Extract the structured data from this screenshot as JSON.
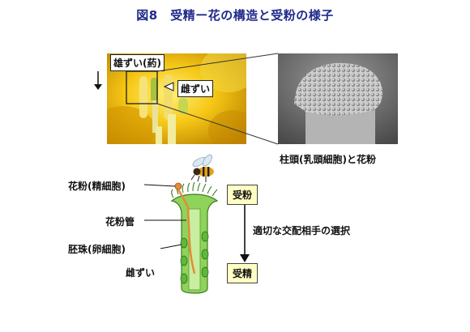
{
  "title": "図8　受精ー花の構造と受粉の様子",
  "photo_labels": {
    "stamen_tag": "雄ずい(葯)",
    "pistil_tag": "雌ずい",
    "sem_caption": "柱頭(乳頭細胞)と花粉"
  },
  "diagram_labels": {
    "pollen": "花粉(精細胞)",
    "pollen_tube": "花粉管",
    "ovule": "胚珠(卵細胞)",
    "pistil": "雌ずい"
  },
  "flow": {
    "start": "受粉",
    "process": "適切な交配相手の選択",
    "end": "受精"
  },
  "colors": {
    "title": "#1f2a8a",
    "box_fill": "#ffffc4",
    "pistil_green": "#8fd35a",
    "ovule_green": "#5fb83a",
    "tube_orange": "#e58a3a",
    "flower_yellow": "#e0a606"
  }
}
